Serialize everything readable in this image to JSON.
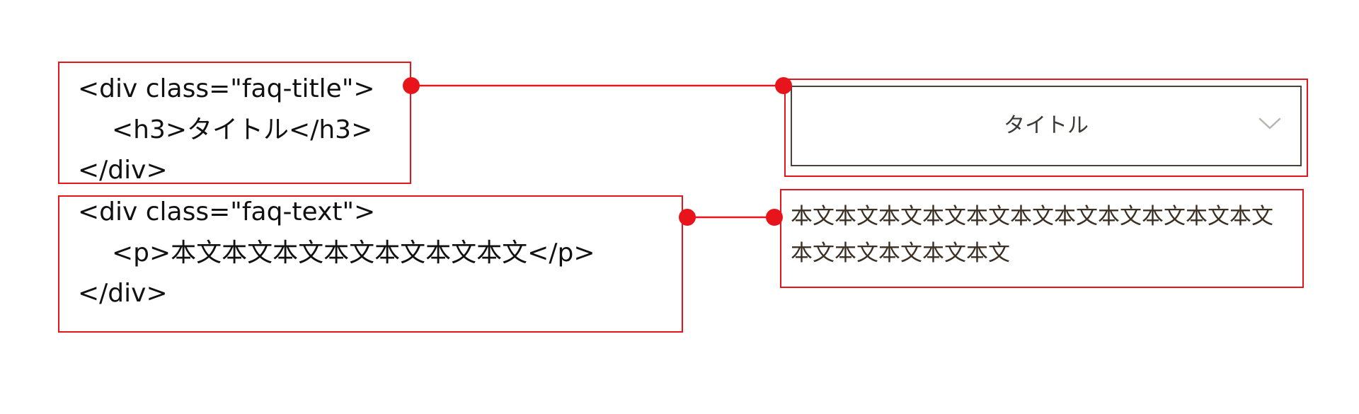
{
  "code_title": {
    "line1": "<div class=\"faq-title\">",
    "line2": "<h3>タイトル</h3>",
    "line3": "</div>"
  },
  "code_text": {
    "line1": "<div class=\"faq-text\">",
    "line2": "<p>本文本文本文本文本文本文本文</p>",
    "line3": "</div>"
  },
  "preview": {
    "title": "タイトル",
    "body_line1": "本文本文本文本文本文本文本文本文本文本文本文",
    "body_line2": "本文本文本文本文本文"
  },
  "colors": {
    "annotation": "#e8141c",
    "card_border": "#4a4237",
    "chevron": "#b9b4ad"
  },
  "icons": {
    "accordion_toggle": "chevron-down-icon"
  }
}
